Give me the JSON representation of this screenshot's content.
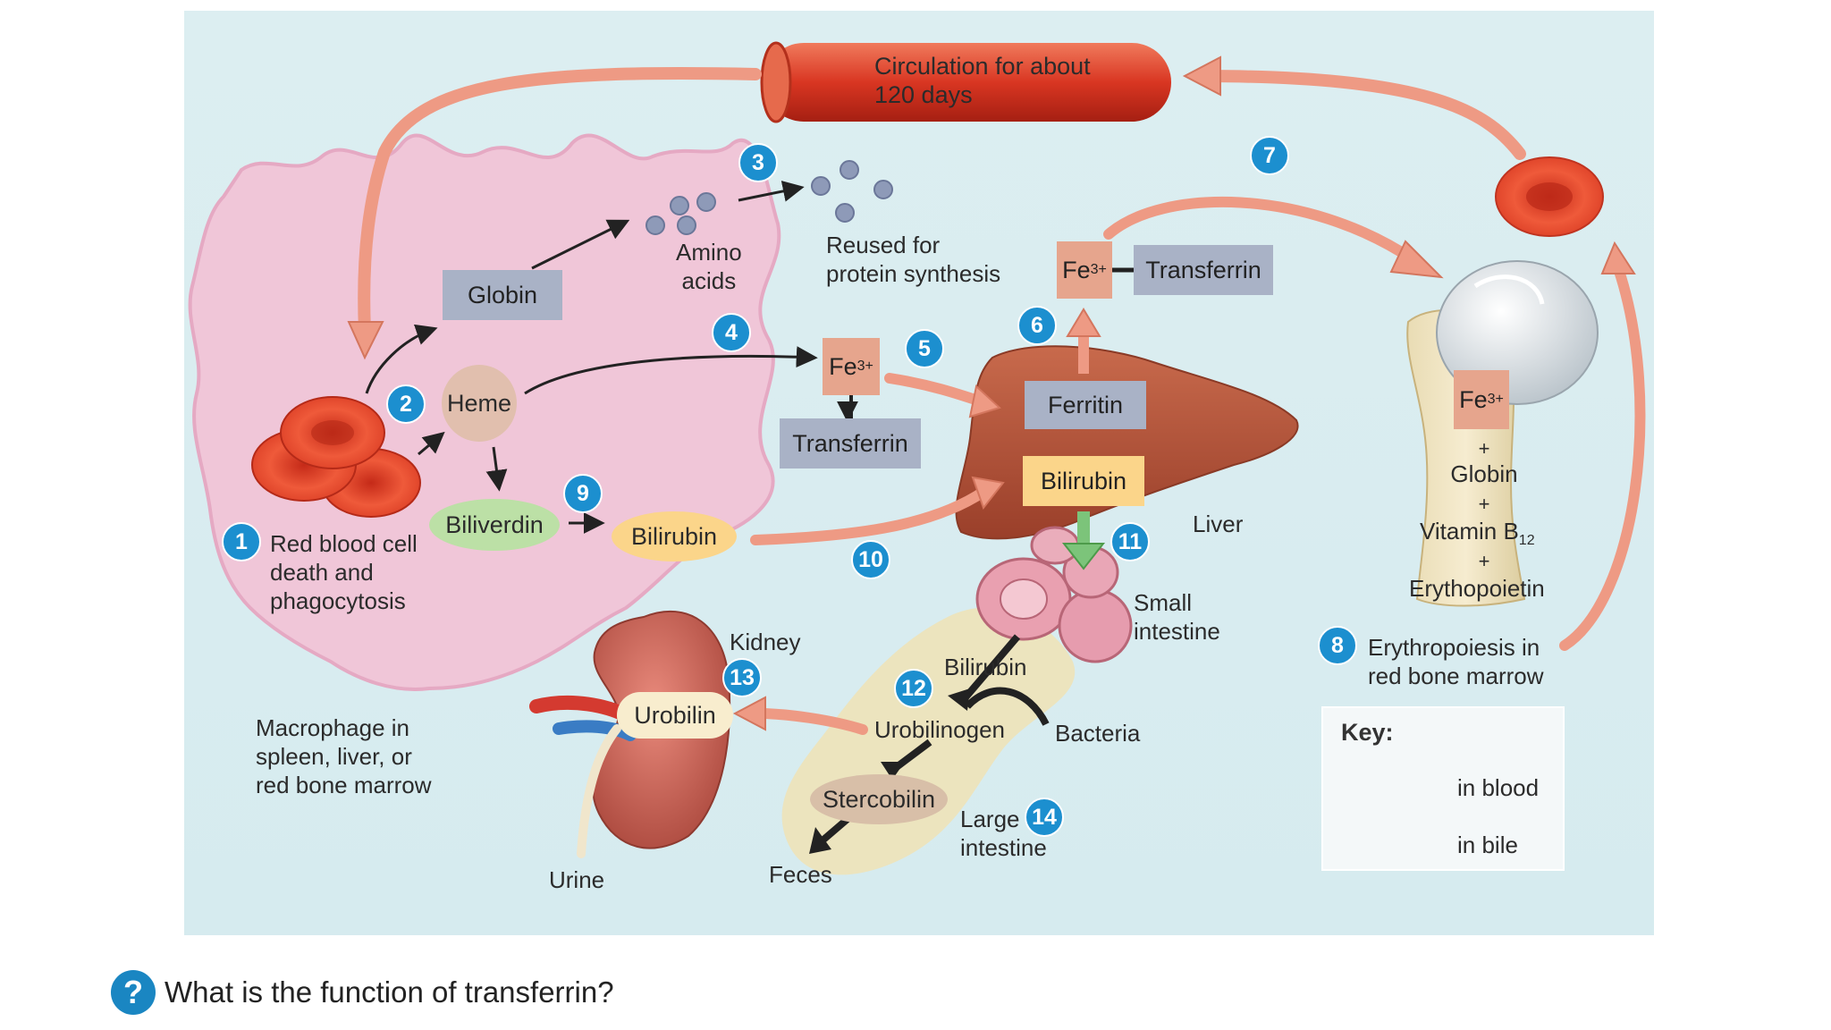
{
  "circulation": "Circulation for about\n120 days",
  "labels": {
    "amino_acids": "Amino\nacids",
    "reused": "Reused for\nprotein synthesis",
    "globin": "Globin",
    "heme": "Heme",
    "biliverdin": "Biliverdin",
    "bilirubin_macrophage": "Bilirubin",
    "fe_macrophage": "Fe",
    "fe_sup": "3+",
    "transferrin_macrophage": "Transferrin",
    "fe_liver": "Fe",
    "transferrin_liver": "Transferrin",
    "ferritin": "Ferritin",
    "bilirubin_liver": "Bilirubin",
    "liver": "Liver",
    "small_intestine": "Small\nintestine",
    "bilirubin_intestine": "Bilirubin",
    "urobilinogen": "Urobilinogen",
    "bacteria": "Bacteria",
    "stercobilin": "Stercobilin",
    "large_intestine": "Large\nintestine",
    "feces": "Feces",
    "kidney": "Kidney",
    "urobilin": "Urobilin",
    "urine": "Urine",
    "rbc_death": "Red blood cell\ndeath and\nphagocytosis",
    "macrophage": "Macrophage in\nspleen, liver, or\nred bone marrow",
    "fe_bone": "Fe",
    "plus": "+",
    "globin_bone": "Globin",
    "vitamin": "Vitamin B",
    "vitamin_sub": "12",
    "erythropoietin": "Erythopoietin",
    "erythropoiesis": "Erythropoiesis in\nred bone marrow"
  },
  "steps": [
    "1",
    "2",
    "3",
    "4",
    "5",
    "6",
    "7",
    "8",
    "9",
    "10",
    "11",
    "12",
    "13",
    "14"
  ],
  "key": {
    "title": "Key:",
    "blood": "in blood",
    "bile": "in bile"
  },
  "question": {
    "icon": "?",
    "text": "What is the function of transferrin?"
  },
  "colors": {
    "blood_arrow": "#ee9a84",
    "bile_arrow": "#7cc47a",
    "macrophage": "#f0c6d8",
    "rbc": "#e2412b",
    "liver": "#b8543a",
    "step_badge": "#1c8fcf"
  }
}
